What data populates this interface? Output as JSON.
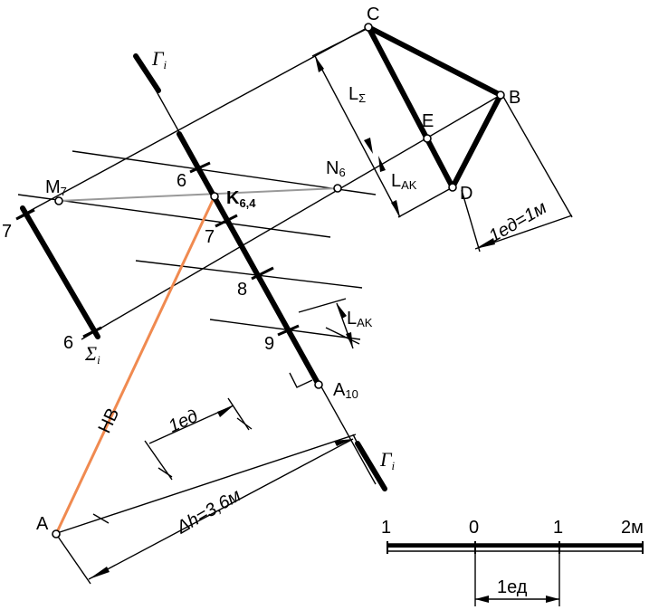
{
  "points": {
    "C": "C",
    "B": "B",
    "E": "E",
    "D": "D",
    "A": "A",
    "A10": "A",
    "A10_sub": "10",
    "M7": "M",
    "M7_sub": "7",
    "N6": "N",
    "N6_sub": "6",
    "K": "K",
    "K_sub": "6,4"
  },
  "planes": {
    "gamma": "Г",
    "gamma_sub": "i",
    "sigma": "Σ",
    "sigma_sub": "i"
  },
  "ticks": {
    "left_7": "7",
    "left_6": "6",
    "axis_6": "6",
    "axis_7": "7",
    "axis_8": "8",
    "axis_9": "9"
  },
  "dimensions": {
    "l_sigma": "L",
    "l_sigma_sub": "Σ",
    "l_ak_top": "L",
    "l_ak_top_sub": "AK",
    "l_ak_bottom": "L",
    "l_ak_bottom_sub": "AK",
    "unit_small": "1ед=1м",
    "unit_mid": "1ед",
    "delta_h": "Δh=3,6м",
    "true_size": "НВ"
  },
  "scale": {
    "labels": [
      "1",
      "0",
      "1",
      "2м"
    ],
    "unit": "1ед"
  },
  "colors": {
    "orange": "#f08a50",
    "gray": "#999999",
    "black": "#000000"
  }
}
